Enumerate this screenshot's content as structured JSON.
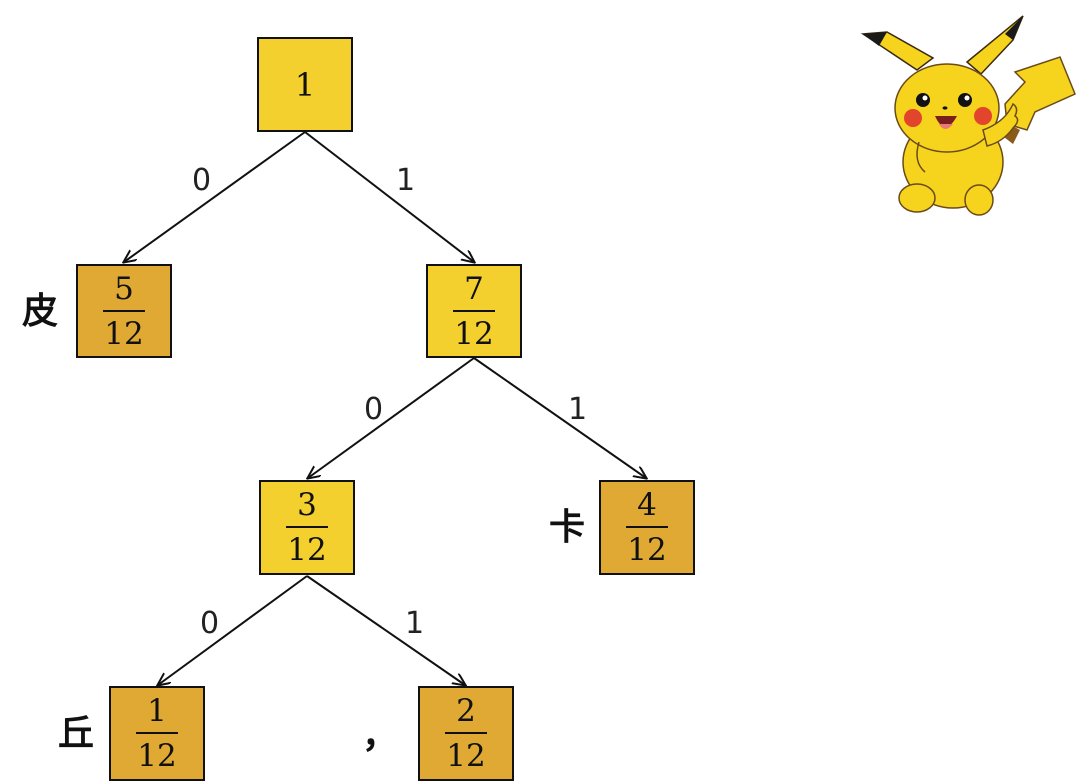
{
  "tree": {
    "root": {
      "value": "1"
    },
    "edge_labels": {
      "left": "0",
      "right": "1"
    },
    "nodes": {
      "n_7_12": {
        "num": "7",
        "den": "12"
      },
      "n_3_12": {
        "num": "3",
        "den": "12"
      }
    },
    "leaves": {
      "pi": {
        "symbol": "皮",
        "num": "5",
        "den": "12"
      },
      "ka": {
        "symbol": "卡",
        "num": "4",
        "den": "12"
      },
      "qiu": {
        "symbol": "丘",
        "num": "1",
        "den": "12"
      },
      "comma": {
        "symbol": "，",
        "num": "2",
        "den": "12"
      }
    }
  },
  "colors": {
    "internal_node": "#f4d02e",
    "leaf_node": "#dfa933",
    "edge": "#111111"
  },
  "mascot": {
    "icon": "pikachu-illustration"
  }
}
